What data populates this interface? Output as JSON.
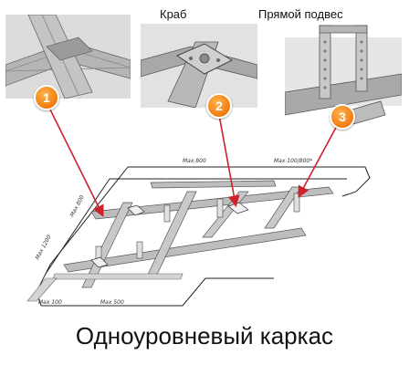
{
  "title": "Одноуровневый каркас",
  "photos": [
    {
      "marker": "1",
      "caption": ""
    },
    {
      "marker": "2",
      "caption": "Краб"
    },
    {
      "marker": "3",
      "caption": "Прямой подвес"
    }
  ],
  "dimensions": {
    "top_left": "Max 800",
    "top_right": "Max 100/800*",
    "left_upper": "Max 800",
    "left_lower": "Max 1200",
    "bottom_left": "Max 100",
    "bottom_right": "Max 500"
  },
  "colors": {
    "marker": "#f28a1c",
    "arrow": "#d0202a",
    "profile": "#8a8a8a"
  }
}
